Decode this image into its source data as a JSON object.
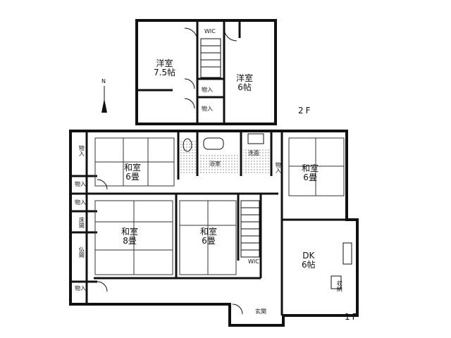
{
  "floors": {
    "second": "2F",
    "first": "1F"
  },
  "rooms": {
    "w2_youshitsu_a": {
      "name": "洋室",
      "size": "7.5帖"
    },
    "w2_youshitsu_b": {
      "name": "洋室",
      "size": "6帖"
    },
    "washitsu_nw": {
      "name": "和室",
      "size": "6畳"
    },
    "washitsu_ne": {
      "name": "和室",
      "size": "6畳"
    },
    "washitsu_sw": {
      "name": "和室",
      "size": "8畳"
    },
    "washitsu_sc": {
      "name": "和室",
      "size": "6畳"
    },
    "dk": {
      "name": "DK",
      "size": "6帖"
    }
  },
  "storage": {
    "oshi_2f_a": "物入",
    "oshi_2f_b": "物入",
    "oshi_1f_nw": "物入",
    "oshi_1f_w1": "物入",
    "oshi_1f_w2": "物入",
    "oshi_1f_sw": "物入",
    "oshi_1f_ne": "物入"
  },
  "fixtures": {
    "bath": "浴室",
    "washroom": "洗面",
    "entrance": "玄関",
    "alcove": "床間",
    "buddhist_altar": "仏間",
    "wic_2f": "WIC",
    "wic_1f": "WIC",
    "kitchen_side": "収納"
  },
  "compass": {
    "north_mark": "N"
  }
}
